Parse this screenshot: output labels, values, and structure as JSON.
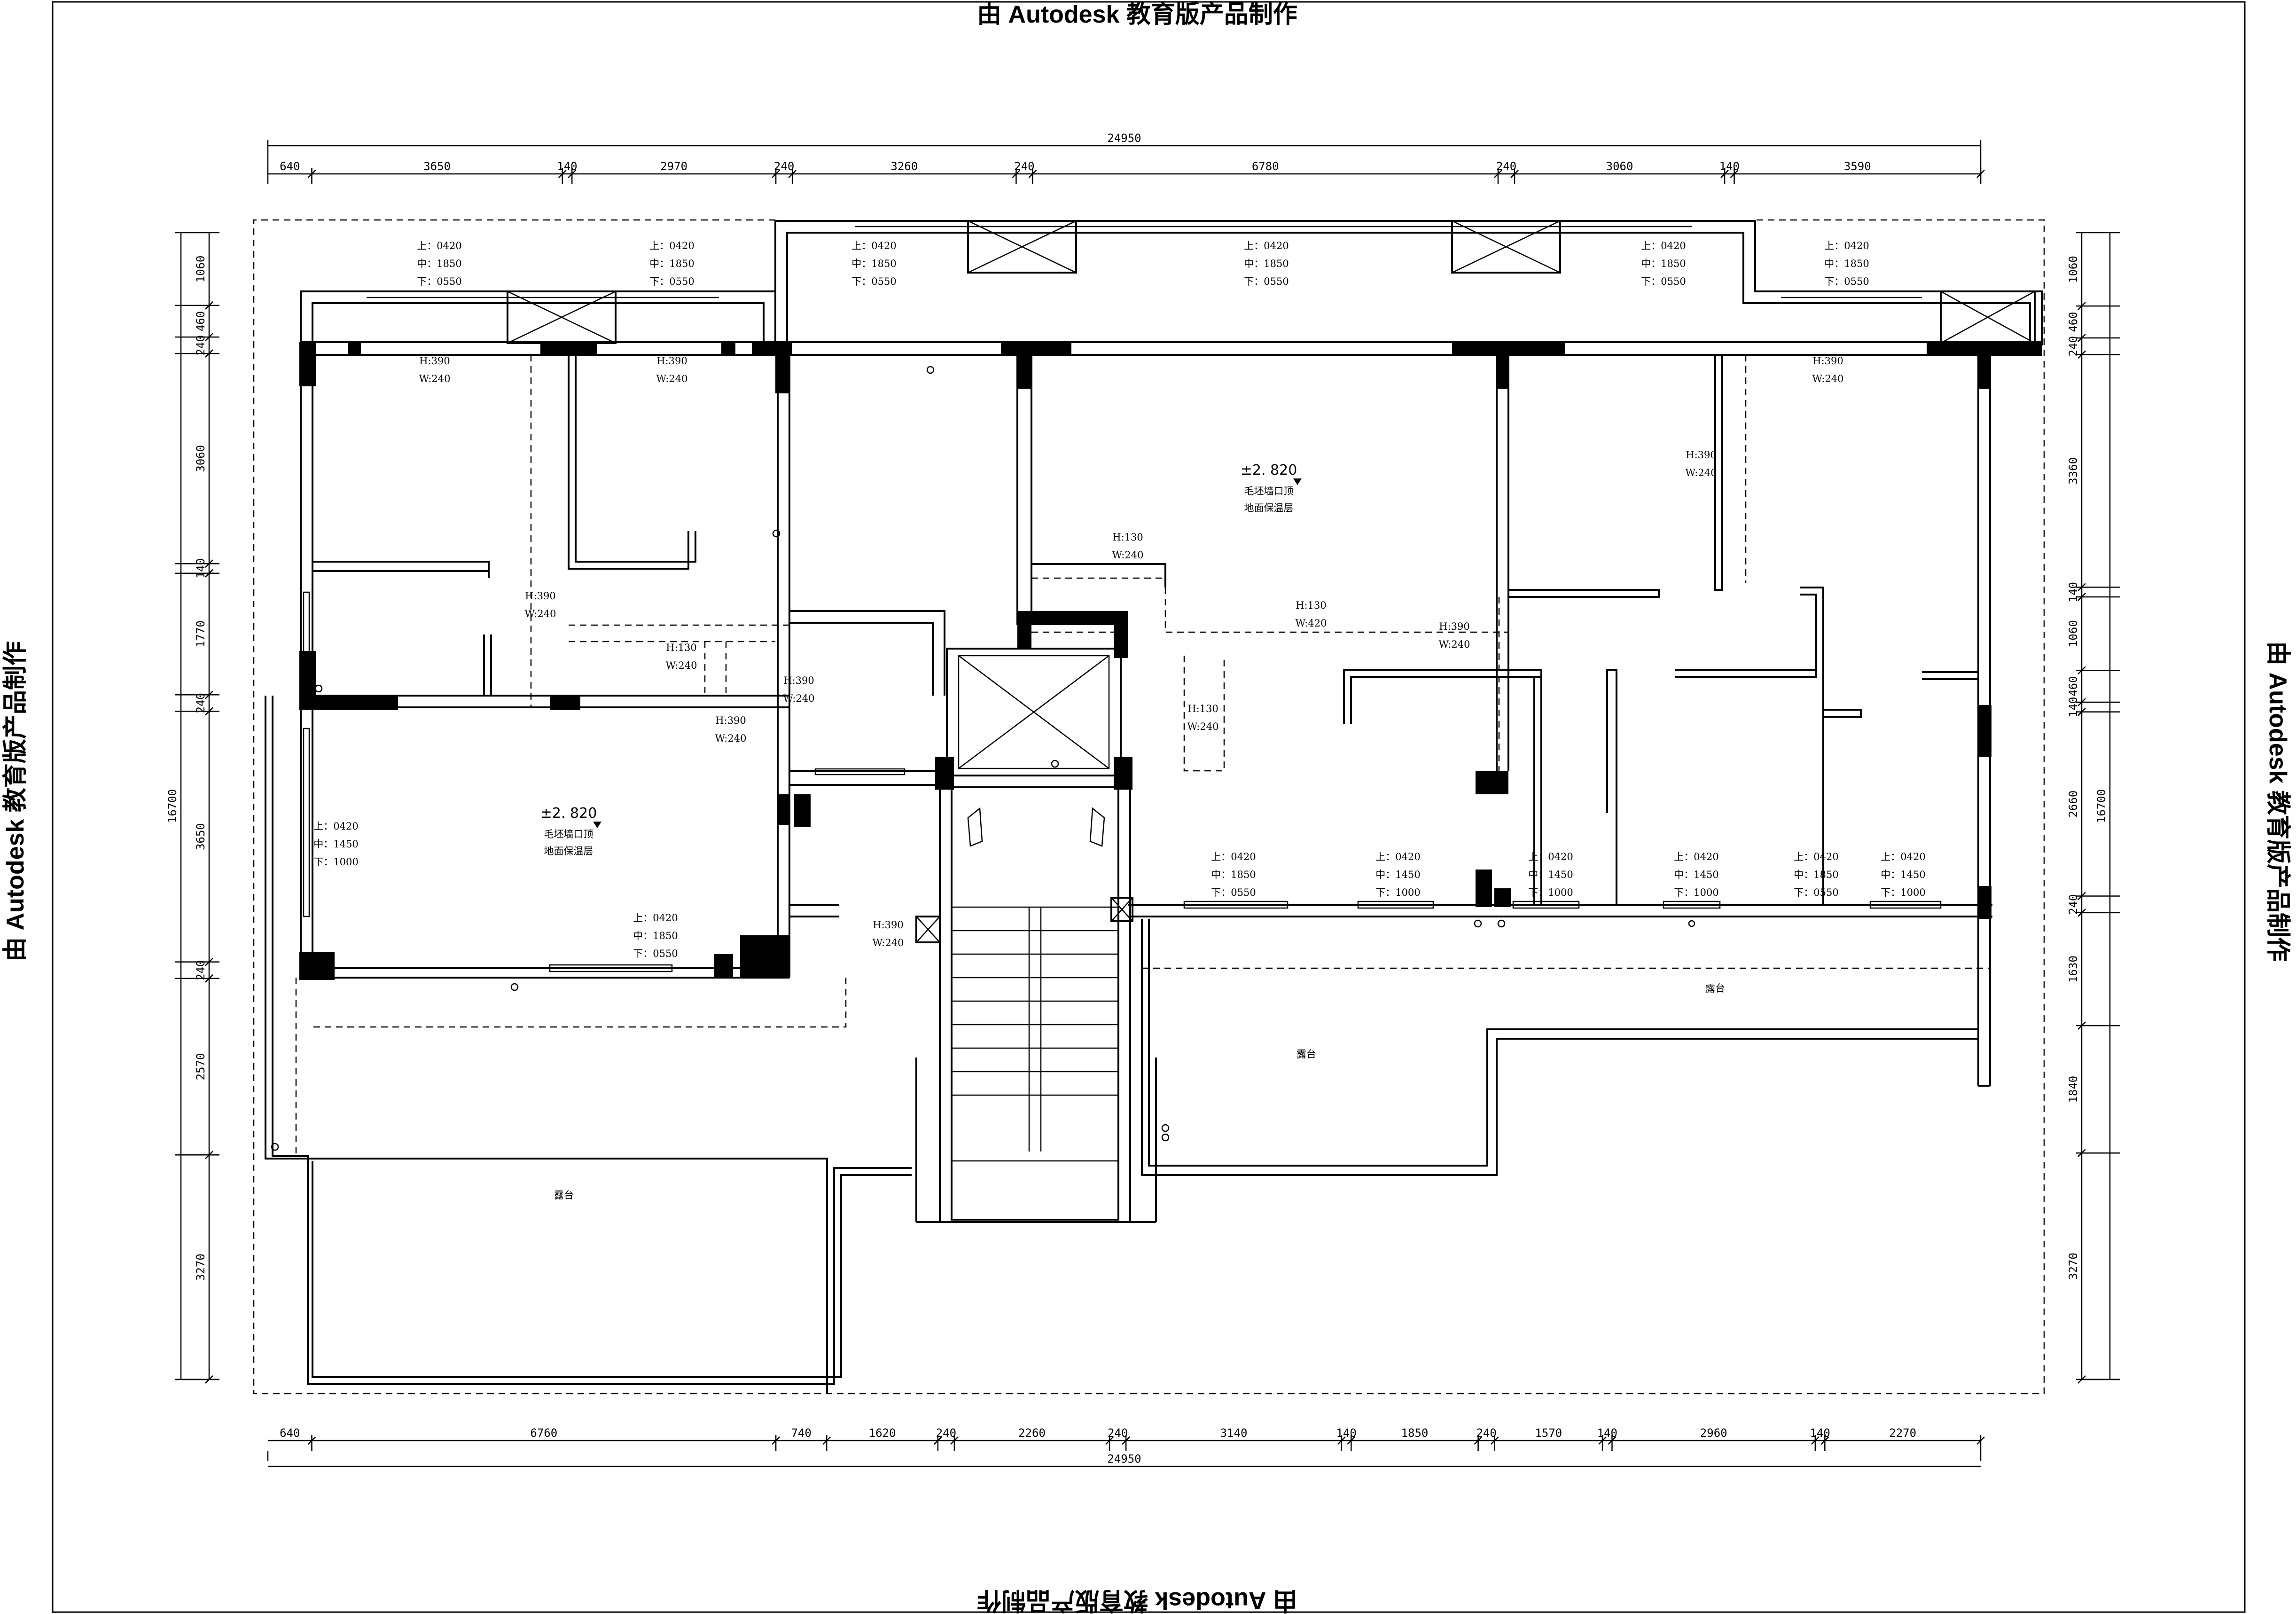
{
  "watermark": "由 Autodesk 教育版产品制作",
  "dims": {
    "top_total": "24950",
    "top": [
      "640",
      "3650",
      "140",
      "2970",
      "240",
      "3260",
      "240",
      "6780",
      "240",
      "3060",
      "140",
      "3590"
    ],
    "bottom_total": "24950",
    "bottom": [
      "640",
      "6760",
      "740",
      "1620",
      "240",
      "2260",
      "240",
      "3140",
      "140",
      "1850",
      "240",
      "1570",
      "140",
      "2960",
      "140",
      "2270"
    ],
    "left_total": "16700",
    "left": [
      "1060",
      "460",
      "240",
      "3060",
      "140",
      "1770",
      "240",
      "3650",
      "240",
      "2570",
      "3270"
    ],
    "right_total": "16700",
    "right": [
      "1060",
      "460",
      "240",
      "3360",
      "140",
      "1060",
      "460",
      "140",
      "2660",
      "240",
      "1630",
      "1840",
      "3270"
    ]
  },
  "window_labels": {
    "top": [
      "上：0420",
      "中：1850",
      "下：0550"
    ],
    "side": [
      "上：0420",
      "中：1450",
      "下：1000"
    ]
  },
  "openings": {
    "a": [
      "H:390",
      "W:240"
    ],
    "b": [
      "H:130",
      "W:240"
    ],
    "c": [
      "H:130",
      "W:420"
    ],
    "d": [
      "H:390",
      "W:240"
    ]
  },
  "level": "±2. 820",
  "room_note": [
    "毛坯墙口顶",
    "地面保温层"
  ],
  "terrace": "露台"
}
